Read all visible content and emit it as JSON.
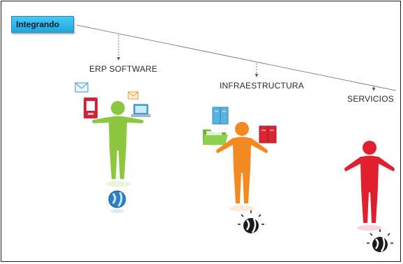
{
  "diagram": {
    "title": "Integrando",
    "branches": [
      {
        "label": "ERP SOFTWARE",
        "figure_color": "#8dc63f"
      },
      {
        "label": "INFRAESTRUCTURA",
        "figure_color": "#f28a21"
      },
      {
        "label": "SERVICIOS",
        "figure_color": "#e0202e"
      }
    ],
    "colors": {
      "title_box": "#2bb5e8",
      "connector": "#555555"
    }
  }
}
